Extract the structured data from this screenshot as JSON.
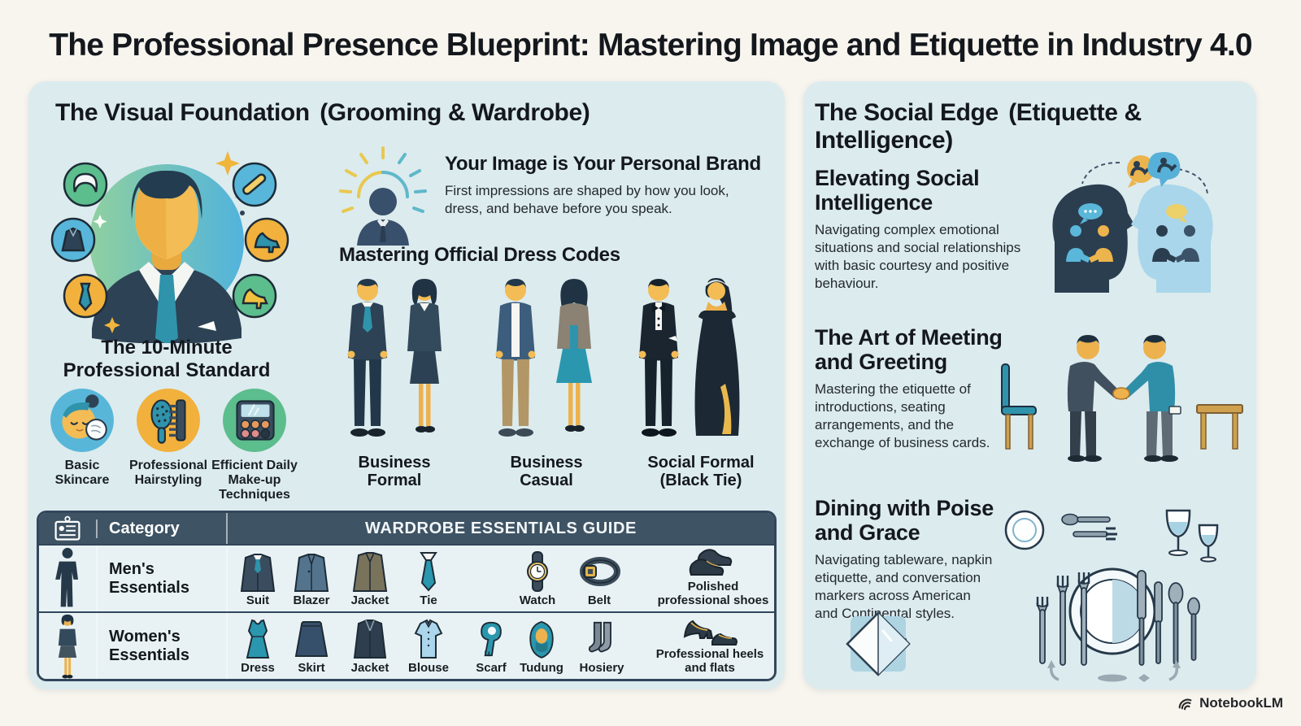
{
  "title": "The Professional Presence Blueprint: Mastering Image and Etiquette in Industry 4.0",
  "colors": {
    "page_bg": "#f8f5ef",
    "panel_bg": "#dcebee",
    "ink": "#14181d",
    "slate": "#33465a",
    "teal": "#2f93ab",
    "yellow": "#f1b13c",
    "green": "#5cbd8d",
    "blue": "#57b6d9",
    "table_header": "#3e5364",
    "row_bg": "#e8f2f4",
    "skin": "#edb24d"
  },
  "left_panel": {
    "heading_bold": "The Visual Foundation",
    "heading_light": "(Grooming & Wardrobe)",
    "standard_title": "The 10-Minute\nProfessional Standard",
    "grooming": [
      {
        "label": "Basic\nSkincare"
      },
      {
        "label": "Professional\nHairstyling"
      },
      {
        "label": "Efficient Daily\nMake-up\nTechniques"
      }
    ],
    "brand": {
      "heading": "Your Image is Your Personal Brand",
      "body": "First impressions are shaped by how you look,\ndress, and behave before you speak."
    },
    "dress_codes": {
      "heading": "Mastering Official Dress Codes",
      "labels": [
        "Business Formal",
        "Business Casual",
        "Social Formal\n(Black Tie)"
      ]
    },
    "table": {
      "category_header": "Category",
      "title": "WARDROBE ESSENTIALS GUIDE",
      "rows": [
        {
          "category": "Men's\nEssentials",
          "items": [
            "Suit",
            "Blazer",
            "Jacket",
            "Tie",
            "Watch",
            "Belt",
            "Polished\nprofessional shoes"
          ]
        },
        {
          "category": "Women's\nEssentials",
          "items": [
            "Dress",
            "Skirt",
            "Jacket",
            "Blouse",
            "Scarf",
            "Tudung",
            "Hosiery",
            "Professional heels\nand flats"
          ]
        }
      ]
    }
  },
  "right_panel": {
    "heading_bold": "The Social Edge",
    "heading_light": "(Etiquette & Intelligence)",
    "sections": [
      {
        "heading": "Elevating Social\nIntelligence",
        "body": "Navigating complex emotional\nsituations and social relationships\nwith basic courtesy and positive\nbehaviour."
      },
      {
        "heading": "The Art of Meeting\nand Greeting",
        "body": "Mastering the etiquette of\nintroductions, seating\narrangements, and the\nexchange of business cards."
      },
      {
        "heading": "Dining with Poise\nand Grace",
        "body": "Navigating tableware, napkin\netiquette, and conversation\nmarkers across American\nand Continental styles."
      }
    ]
  },
  "footer": {
    "brand": "NotebookLM"
  }
}
